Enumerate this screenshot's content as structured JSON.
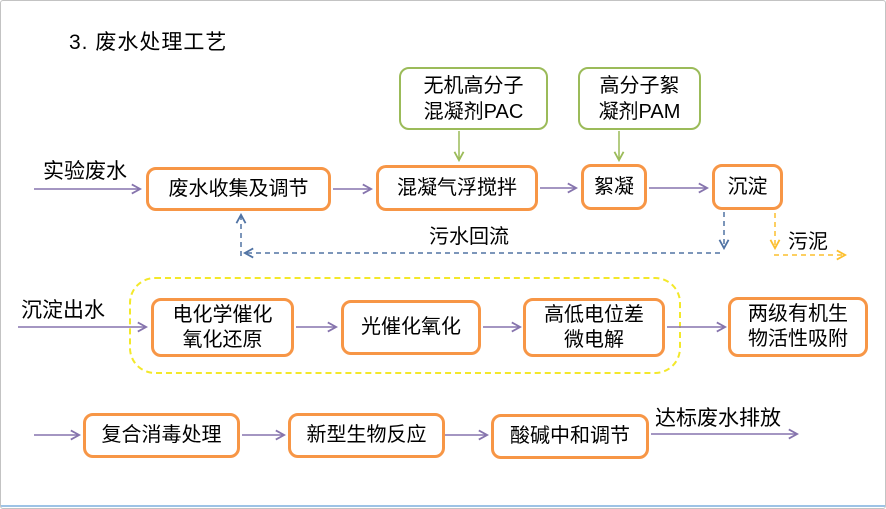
{
  "title": "3. 废水处理工艺",
  "colors": {
    "process_box_border": "#F79646",
    "chemical_box_border": "#9BBB59",
    "flow_arrow": "#8674AD",
    "recycle_arrow": "#5073A4",
    "sludge_arrow": "#FCBF2E",
    "stage2_outline": "#F3E82A",
    "footer_line": "#9DC3E6"
  },
  "chemicals": {
    "pac": {
      "lines": [
        "无机高分子",
        "混凝剂PAC"
      ]
    },
    "pam": {
      "lines": [
        "高分子絮",
        "凝剂PAM"
      ]
    }
  },
  "stage1": {
    "input_label": "实验废水",
    "steps": [
      "废水收集及调节",
      "混凝气浮搅拌",
      "絮凝",
      "沉淀"
    ],
    "recycle_label": "污水回流",
    "sludge_label": "污泥"
  },
  "stage2": {
    "input_label": "沉淀出水",
    "steps": [
      {
        "lines": [
          "电化学催化",
          "氧化还原"
        ]
      },
      {
        "lines": [
          "光催化氧化"
        ]
      },
      {
        "lines": [
          "高低电位差",
          "微电解"
        ]
      },
      {
        "lines": [
          "两级有机生",
          "物活性吸附"
        ]
      }
    ]
  },
  "stage3": {
    "steps": [
      "复合消毒处理",
      "新型生物反应",
      "酸碱中和调节"
    ],
    "output_label": "达标废水排放"
  }
}
